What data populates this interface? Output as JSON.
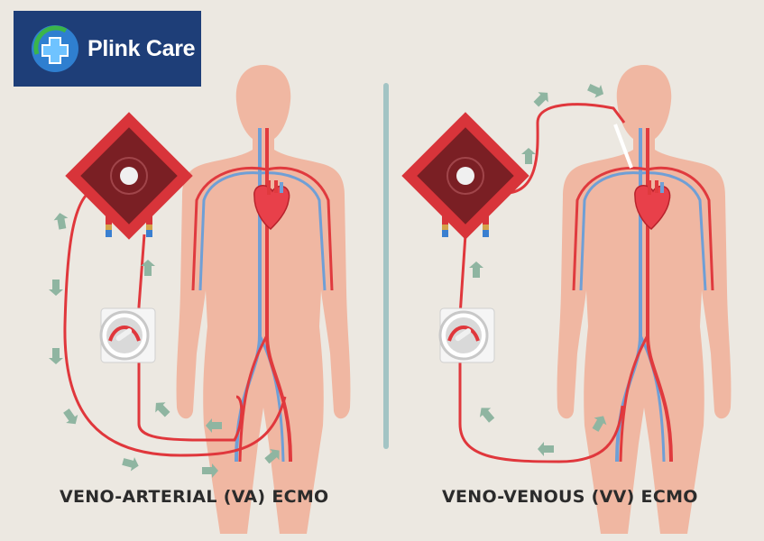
{
  "brand": {
    "name": "Plink Care",
    "logo_icon": "medical-cross-logo-icon",
    "background_color": "#1e3e78"
  },
  "panels": [
    {
      "id": "va",
      "title": "VENO-ARTERIAL (VA) ECMO"
    },
    {
      "id": "vv",
      "title": "VENO-VENOUS (VV) ECMO"
    }
  ],
  "colors": {
    "background": "#ece8e1",
    "body": "#f0b7a2",
    "artery": "#e03a3e",
    "vein": "#6f9fd6",
    "tube": "#e0373c",
    "oxygenator": "#7a1f24",
    "flow_arrow": "#8fb5a1",
    "divider": "#a3c4c4"
  },
  "icons": [
    "oxygenator-icon",
    "blood-pump-icon",
    "heart-icon",
    "flow-arrow-icon"
  ]
}
